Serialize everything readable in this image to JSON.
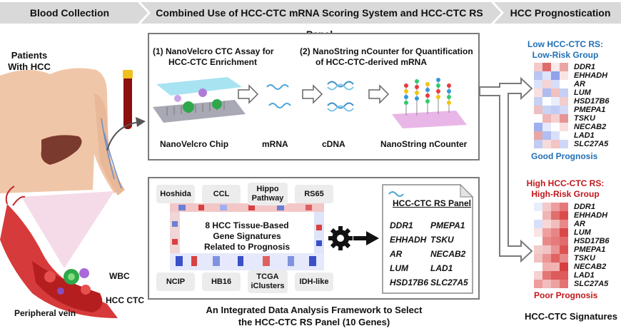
{
  "header": {
    "stage1": "Blood Collection",
    "stage2": "Combined Use of HCC-CTC mRNA Scoring System and HCC-CTC RS Panel",
    "stage3": "HCC Prognostication"
  },
  "left": {
    "patients_line1": "Patients",
    "patients_line2": "With HCC",
    "wbc": "WBC",
    "hcc_ctc": "HCC CTC",
    "vein": "Peripheral vein"
  },
  "workflow": {
    "step1_line1": "(1)  NanoVelcro CTC Assay for",
    "step1_line2": "HCC-CTC Enrichment",
    "step2_line1": "(2)  NanoString nCounter for Quantification",
    "step2_line2": "of HCC-CTC-derived mRNA",
    "chip_label": "NanoVelcro Chip",
    "mrna_label": "mRNA",
    "cdna_label": "cDNA",
    "ncounter_label": "NanoString nCounter"
  },
  "framework": {
    "sig_hoshida": "Hoshida",
    "sig_ccl": "CCL",
    "sig_hippo_1": "Hippo",
    "sig_hippo_2": "Pathway",
    "sig_rs65": "RS65",
    "sig_ncip": "NCIP",
    "sig_hb16": "HB16",
    "sig_tcga_1": "TCGA",
    "sig_tcga_2": "iClusters",
    "sig_idh": "IDH-like",
    "center_line1": "8 HCC Tissue-Based",
    "center_line2": "Gene Signatures",
    "center_line3": "Related to Prognosis",
    "panel_title": "HCC-CTC RS Panel",
    "panel_genes_left": [
      "DDR1",
      "EHHADH",
      "AR",
      "LUM",
      "HSD17B6"
    ],
    "panel_genes_right": [
      "PMEPA1",
      "TSKU",
      "NECAB2",
      "LAD1",
      "SLC27A5"
    ],
    "caption_line1": "An Integrated Data Analysis Framework to Select",
    "caption_line2": "the HCC-CTC RS Panel (10 Genes)"
  },
  "prognosis": {
    "low_title_1": "Low HCC-CTC RS:",
    "low_title_2": "Low-Risk Group",
    "low_outcome": "Good Prognosis",
    "high_title_1": "High HCC-CTC RS:",
    "high_title_2": "High-Risk Group",
    "high_outcome": "Poor Prognosis",
    "genes": [
      "DDR1",
      "EHHADH",
      "AR",
      "LUM",
      "HSD17B6",
      "PMEPA1",
      "TSKU",
      "NECAB2",
      "LAD1",
      "SLC27A5"
    ],
    "footer": "HCC-CTC Signatures",
    "colors": {
      "low": "#1f6fb5",
      "high": "#c0171c"
    }
  }
}
